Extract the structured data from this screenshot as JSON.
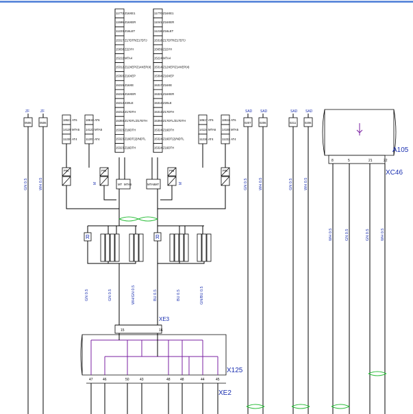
{
  "top_line_color": "#4a7bd6",
  "harness_table": {
    "left_codes": [
      "11773",
      "11596",
      "11223",
      "15317",
      "15658",
      "15222",
      "15312",
      "15393",
      "15315",
      "15319",
      "15312",
      "15312",
      "15393",
      "15323",
      "15323",
      "15323"
    ],
    "right_codes": [
      "11770",
      "11041",
      "11218",
      "15318",
      "15659",
      "15224",
      "15314",
      "15394",
      "15317",
      "15321",
      "15313",
      "15313",
      "15394",
      "15324",
      "15324",
      "15324"
    ],
    "labels": [
      "Z16XE1",
      "Z16XER",
      "Z16LET",
      "Z17DTR/Z17DTJ",
      "Z22YH",
      "MTA4",
      "Z12XEP/Z14XEP(4)",
      "Z16XEP",
      "Z16XE",
      "Z16XER",
      "Z20LE",
      "Z17DTH",
      "Z17DTL/Z17DTH",
      "Z19DTH",
      "Z19DT(2)/NDTL",
      "Z19DTH"
    ]
  },
  "top_connectors": [
    {
      "id": "zf1",
      "header": "ZF",
      "code": "0506"
    },
    {
      "id": "zf2",
      "header": "ZF",
      "code": "0506"
    },
    {
      "id": "sad1",
      "header": "SAD",
      "code": "0207"
    },
    {
      "id": "sad2",
      "header": "SAD",
      "code": "0206"
    },
    {
      "id": "sad3",
      "header": "SAD",
      "code": "0211"
    },
    {
      "id": "sad4",
      "header": "SAD",
      "code": "0206"
    }
  ],
  "left_variant_groups": [
    {
      "codes": [
        "18621",
        "14120",
        "11220"
      ],
      "labels": [
        "AT6",
        "MTA5",
        "AT4"
      ]
    },
    {
      "codes": [
        "18618",
        "14123",
        "11207"
      ],
      "labels": [
        "AT6",
        "MTA5",
        "AT4"
      ]
    }
  ],
  "right_variant_groups": [
    {
      "codes": [
        "18617",
        "14124",
        "11219"
      ],
      "labels": [
        "AT6",
        "MTA6",
        "AT4"
      ]
    },
    {
      "codes": [
        "18616",
        "14155",
        "11222"
      ],
      "labels": [
        "AT6",
        "MTA5",
        "AT4"
      ]
    }
  ],
  "wire_labels_top": [
    "GN 0.5",
    "WH 0.5",
    "GN 0.5",
    "WH 0.5",
    "GN 0.5",
    "WH 0.5"
  ],
  "wire_labels_right": [
    "WH 0.5",
    "GN 0.5",
    "GN 0.5",
    "WH 0.5"
  ],
  "wire_labels_mid": [
    "GN 0.5",
    "GN 0.5",
    "WH/GN 0.5",
    "BU 0.5",
    "BU 0.5",
    "GN/BU 0.5"
  ],
  "splice_labels": [
    "MT",
    "MTA6",
    "MTA6",
    "MT"
  ],
  "r_label": "R",
  "a105": {
    "label": "A105",
    "connector": "XC46",
    "pins": [
      "8",
      "5",
      "21",
      "22"
    ]
  },
  "xe3": {
    "label": "XE3",
    "pins": [
      "15",
      "16"
    ]
  },
  "x125": {
    "label": "X125"
  },
  "xe2": {
    "label": "XE2",
    "pins": [
      "47",
      "46",
      "50",
      "43",
      "48",
      "48",
      "44",
      "45"
    ]
  }
}
